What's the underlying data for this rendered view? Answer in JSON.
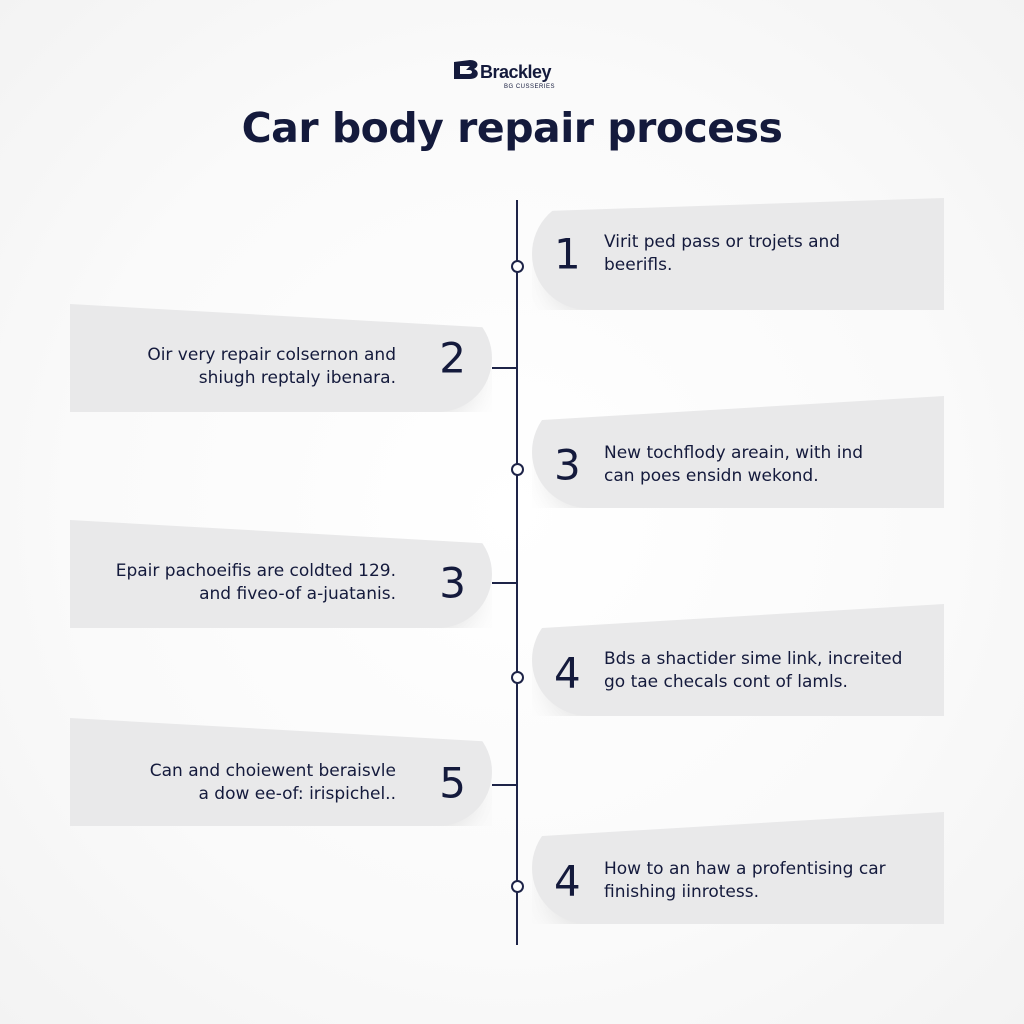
{
  "brand": {
    "name": "Brackley",
    "tagline": "BG CUSSERIES"
  },
  "title": "Car body repair process",
  "steps": [
    {
      "number": "1",
      "line1": "Virit ped pass or trojets and",
      "line2": "beerifls.",
      "side": "right"
    },
    {
      "number": "2",
      "line1": "Oir very repair colsernon and",
      "line2": "shiugh reptaly ibenara.",
      "side": "left"
    },
    {
      "number": "3",
      "line1": "New tochflody areain, with ind",
      "line2": "can poes ensidn wekond.",
      "side": "right"
    },
    {
      "number": "3",
      "line1": "Epair pachoeifis are coldted 129.",
      "line2": "and fiveo-of a-juatanis.",
      "side": "left"
    },
    {
      "number": "4",
      "line1": "Bds a shactider sime link, increited",
      "line2": "go tae checals cont of lamls.",
      "side": "right"
    },
    {
      "number": "5",
      "line1": "Can and choiewent beraisvle",
      "line2": "a dow ee-of: irispichel..",
      "side": "left"
    },
    {
      "number": "4",
      "line1": "How to an haw a profentising car",
      "line2": "finishing iinrotess.",
      "side": "right"
    }
  ],
  "colors": {
    "ink": "#141a3c",
    "card": "#e9e9ea",
    "background": "#fafafa"
  }
}
